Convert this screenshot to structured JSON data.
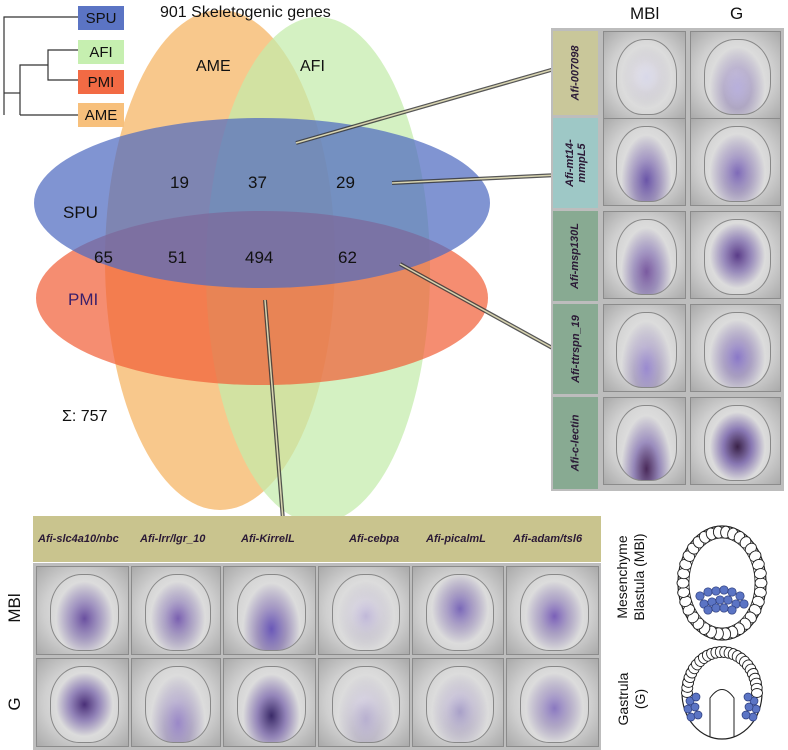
{
  "title": "901 Skeletogenic genes",
  "species": {
    "spu": "SPU",
    "afi": "AFI",
    "pmi": "PMI",
    "ame": "AME"
  },
  "colors": {
    "spu": "#5b74c4",
    "afi": "#c6efb0",
    "pmi": "#f26a44",
    "ame": "#f7c07c",
    "teal_label": "#9ec8c6",
    "olive_label": "#c9c79a",
    "green_label": "#88aa92",
    "bottom_label": "#c9c48e"
  },
  "venn": {
    "ame_label": "AME",
    "afi_label": "AFI",
    "spu_label": "SPU",
    "pmi_label": "PMI",
    "counts": {
      "spu_ame": "19",
      "spu_ame_afi": "37",
      "spu_afi": "29",
      "spu_pmi": "65",
      "spu_pmi_ame": "51",
      "all": "494",
      "spu_pmi_afi": "62"
    },
    "sum": "Σ: 757"
  },
  "right_panel": {
    "col_mbl": "MBl",
    "col_g": "G",
    "genes": [
      "Afi-007098",
      "Afi-mt14-\nmmpL5",
      "Afi-msp130L",
      "Afi-ttrspn_19",
      "Afi-c-lectin"
    ]
  },
  "bottom_panel": {
    "genes": [
      "Afi-slc4a10/nbc",
      "Afi-lrr/lgr_10",
      "Afi-KirrelL",
      "Afi-cebpa",
      "Afi-picalmL",
      "Afi-adam/tsl6"
    ],
    "row_mbl": "MBl",
    "row_g": "G"
  },
  "schematic": {
    "mbl_label_1": "Mesenchyme",
    "mbl_label_2": "Blastula (MBl)",
    "g_label_1": "Gastrula",
    "g_label_2": "(G)"
  }
}
